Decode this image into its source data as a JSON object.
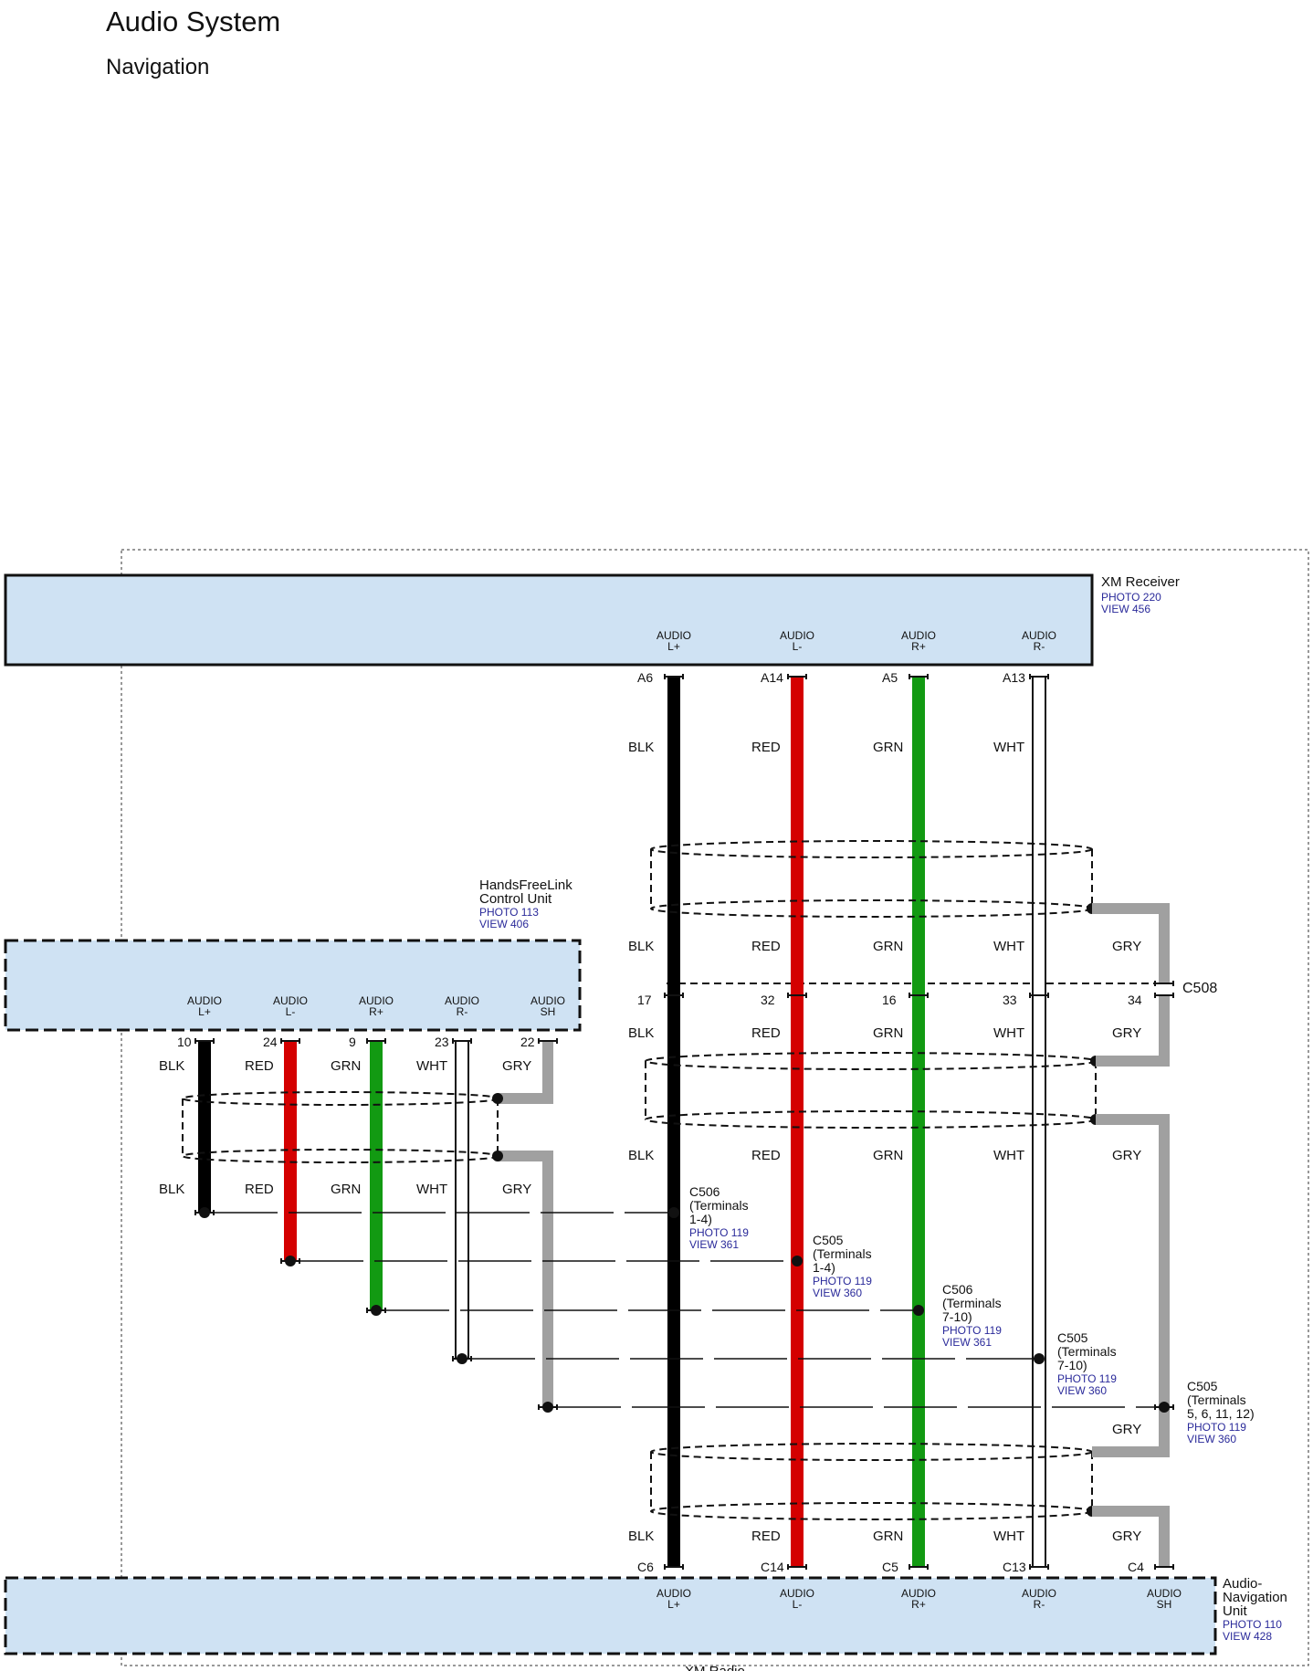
{
  "title": "Audio System",
  "subtitle": "Navigation",
  "footer": "XM Radio",
  "colors": {
    "BLK": "#000000",
    "RED": "#d40000",
    "GRN": "#129a12",
    "WHT": "#ffffff",
    "GRY": "#a0a0a0",
    "box_fill": "#cfe2f3"
  },
  "xm_receiver": {
    "name": "XM Receiver",
    "photo": "PHOTO 220",
    "view": "VIEW 456",
    "pins": [
      {
        "line1": "AUDIO",
        "line2": "L+"
      },
      {
        "line1": "AUDIO",
        "line2": "L-"
      },
      {
        "line1": "AUDIO",
        "line2": "R+"
      },
      {
        "line1": "AUDIO",
        "line2": "R-"
      }
    ]
  },
  "hfl": {
    "name1": "HandsFreeLink",
    "name2": "Control Unit",
    "photo": "PHOTO 113",
    "view": "VIEW 406",
    "pins": [
      {
        "line1": "AUDIO",
        "line2": "L+",
        "num": "10",
        "color": "BLK"
      },
      {
        "line1": "AUDIO",
        "line2": "L-",
        "num": "24",
        "color": "RED"
      },
      {
        "line1": "AUDIO",
        "line2": "R+",
        "num": "9",
        "color": "GRN"
      },
      {
        "line1": "AUDIO",
        "line2": "R-",
        "num": "23",
        "color": "WHT"
      },
      {
        "line1": "AUDIO",
        "line2": "SH",
        "num": "22",
        "color": "GRY"
      }
    ]
  },
  "main_wires": [
    {
      "top_pin": "A6",
      "mid_pin": "17",
      "bot_pin": "C6",
      "color": "BLK"
    },
    {
      "top_pin": "A14",
      "mid_pin": "32",
      "bot_pin": "C14",
      "color": "RED"
    },
    {
      "top_pin": "A5",
      "mid_pin": "16",
      "bot_pin": "C5",
      "color": "GRN"
    },
    {
      "top_pin": "A13",
      "mid_pin": "33",
      "bot_pin": "C13",
      "color": "WHT"
    }
  ],
  "shield": {
    "mid_pin": "34",
    "bot_pin": "C4",
    "color": "GRY"
  },
  "c508": "C508",
  "splices": [
    {
      "name": "C506",
      "l1": "(Terminals",
      "l2": "1-4)",
      "photo": "PHOTO 119",
      "view": "VIEW 361"
    },
    {
      "name": "C505",
      "l1": "(Terminals",
      "l2": "1-4)",
      "photo": "PHOTO 119",
      "view": "VIEW 360"
    },
    {
      "name": "C506",
      "l1": "(Terminals",
      "l2": "7-10)",
      "photo": "PHOTO 119",
      "view": "VIEW 361"
    },
    {
      "name": "C505",
      "l1": "(Terminals",
      "l2": "7-10)",
      "photo": "PHOTO 119",
      "view": "VIEW 360"
    },
    {
      "name": "C505",
      "l1": "(Terminals",
      "l2": "5, 6, 11, 12)",
      "photo": "PHOTO 119",
      "view": "VIEW 360"
    }
  ],
  "nav_unit": {
    "name1": "Audio-",
    "name2": "Navigation",
    "name3": "Unit",
    "photo": "PHOTO 110",
    "view": "VIEW 428",
    "pins": [
      {
        "line1": "AUDIO",
        "line2": "L+"
      },
      {
        "line1": "AUDIO",
        "line2": "L-"
      },
      {
        "line1": "AUDIO",
        "line2": "R+"
      },
      {
        "line1": "AUDIO",
        "line2": "R-"
      },
      {
        "line1": "AUDIO",
        "line2": "SH"
      }
    ]
  }
}
